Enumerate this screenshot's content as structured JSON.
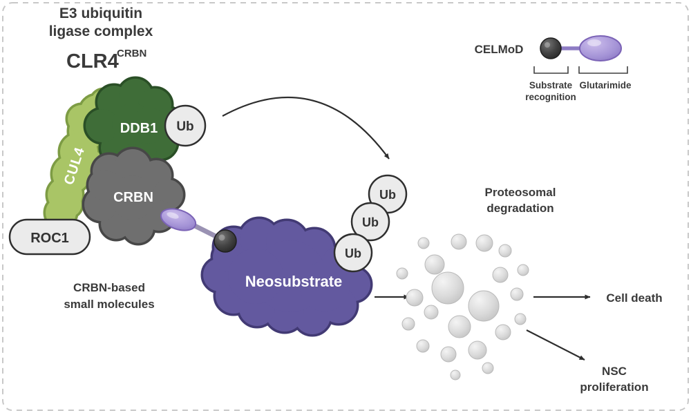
{
  "title": {
    "line1": "E3 ubiquitin",
    "line2": "ligase complex",
    "complex": "CLR4",
    "complex_sup": "CRBN"
  },
  "proteins": {
    "cul4": "CUL4",
    "ddb1": "DDB1",
    "crbn": "CRBN",
    "roc1": "ROC1"
  },
  "ub": "Ub",
  "neosubstrate": "Neosubstrate",
  "small_molecules": {
    "line1": "CRBN-based",
    "line2": "small molecules"
  },
  "celmod": {
    "label": "CELMoD",
    "substrate_line1": "Substrate",
    "substrate_line2": "recognition",
    "glutarimide": "Glutarimide"
  },
  "degradation": {
    "line1": "Proteosomal",
    "line2": "degradation"
  },
  "outcomes": {
    "cell_death": "Cell death",
    "nsc_line1": "NSC",
    "nsc_line2": "proliferation"
  },
  "colors": {
    "cul4_fill": "#a9c566",
    "cul4_edge": "#7d9c44",
    "ddb1_fill": "#3f6d38",
    "ddb1_edge": "#2a4f26",
    "crbn_fill": "#6f6f6f",
    "crbn_edge": "#474747",
    "neo_fill": "#63599f",
    "neo_edge": "#423a74",
    "ub_fill": "#ebebeb",
    "ub_edge": "#2f2f2f",
    "lavender_fill": "#ab97dd",
    "lavender_edge": "#7b63b6",
    "dark_sphere": "#3d3d3d",
    "sphere_fill": "#d9d9d9",
    "text_dark": "#333333",
    "text_light": "#ffffff",
    "arrow": "#2e2e2e",
    "border": "#c8c8c8"
  }
}
